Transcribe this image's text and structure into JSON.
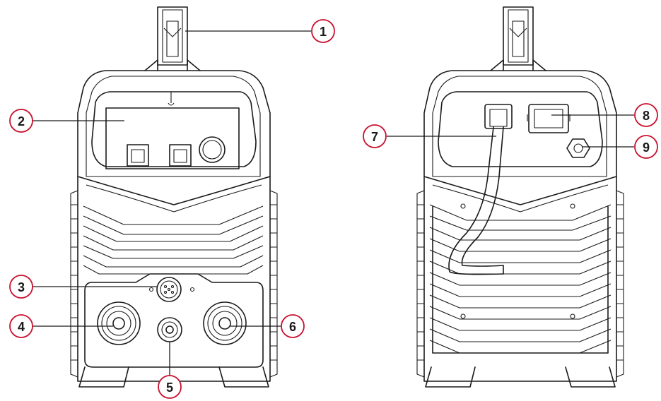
{
  "accent_color": "#c8102e",
  "callouts": [
    {
      "id": "1",
      "label": "1"
    },
    {
      "id": "2",
      "label": "2"
    },
    {
      "id": "3",
      "label": "3"
    },
    {
      "id": "4",
      "label": "4"
    },
    {
      "id": "5",
      "label": "5"
    },
    {
      "id": "6",
      "label": "6"
    },
    {
      "id": "7",
      "label": "7"
    },
    {
      "id": "8",
      "label": "8"
    },
    {
      "id": "9",
      "label": "9"
    }
  ]
}
